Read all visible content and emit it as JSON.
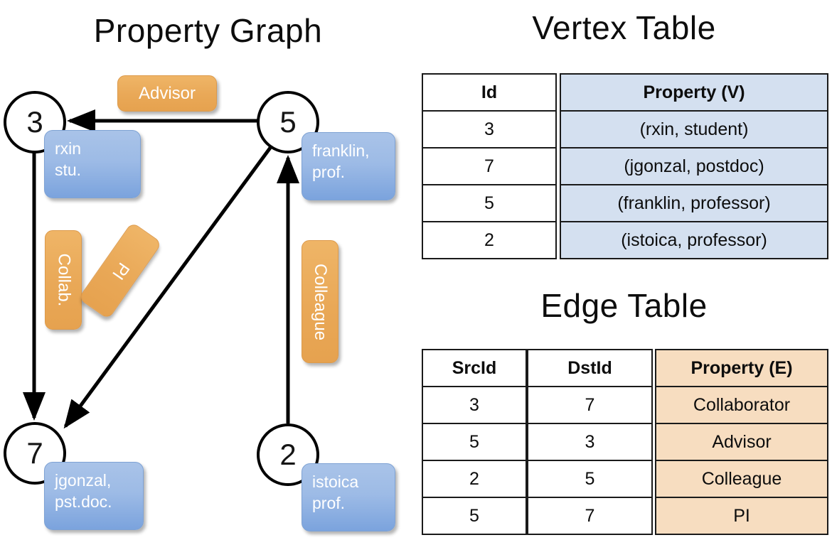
{
  "titles": {
    "property_graph": "Property Graph",
    "vertex_table": "Vertex Table",
    "edge_table": "Edge Table"
  },
  "graph": {
    "vertices": [
      {
        "id": "3",
        "property_label_line1": "rxin",
        "property_label_line2": "stu."
      },
      {
        "id": "5",
        "property_label_line1": "franklin,",
        "property_label_line2": "prof."
      },
      {
        "id": "7",
        "property_label_line1": "jgonzal,",
        "property_label_line2": "pst.doc."
      },
      {
        "id": "2",
        "property_label_line1": "istoica",
        "property_label_line2": "prof."
      }
    ],
    "edge_labels": {
      "advisor": "Advisor",
      "collab": "Collab.",
      "pi": "PI",
      "colleague": "Colleague"
    }
  },
  "vertex_table": {
    "headers": {
      "id": "Id",
      "property": "Property (V)"
    },
    "rows": [
      {
        "id": "3",
        "property": "(rxin, student)"
      },
      {
        "id": "7",
        "property": "(jgonzal, postdoc)"
      },
      {
        "id": "5",
        "property": "(franklin, professor)"
      },
      {
        "id": "2",
        "property": "(istoica, professor)"
      }
    ]
  },
  "edge_table": {
    "headers": {
      "src": "SrcId",
      "dst": "DstId",
      "property": "Property (E)"
    },
    "rows": [
      {
        "src": "3",
        "dst": "7",
        "property": "Collaborator"
      },
      {
        "src": "5",
        "dst": "3",
        "property": "Advisor"
      },
      {
        "src": "2",
        "dst": "5",
        "property": "Colleague"
      },
      {
        "src": "5",
        "dst": "7",
        "property": "PI"
      }
    ]
  },
  "colors": {
    "vertex_property_fill": "#9dbbe6",
    "edge_label_fill": "#e9a857",
    "vertex_table_fill": "#d4e0f0",
    "edge_table_fill": "#f7ddc0",
    "stroke": "#000000"
  }
}
